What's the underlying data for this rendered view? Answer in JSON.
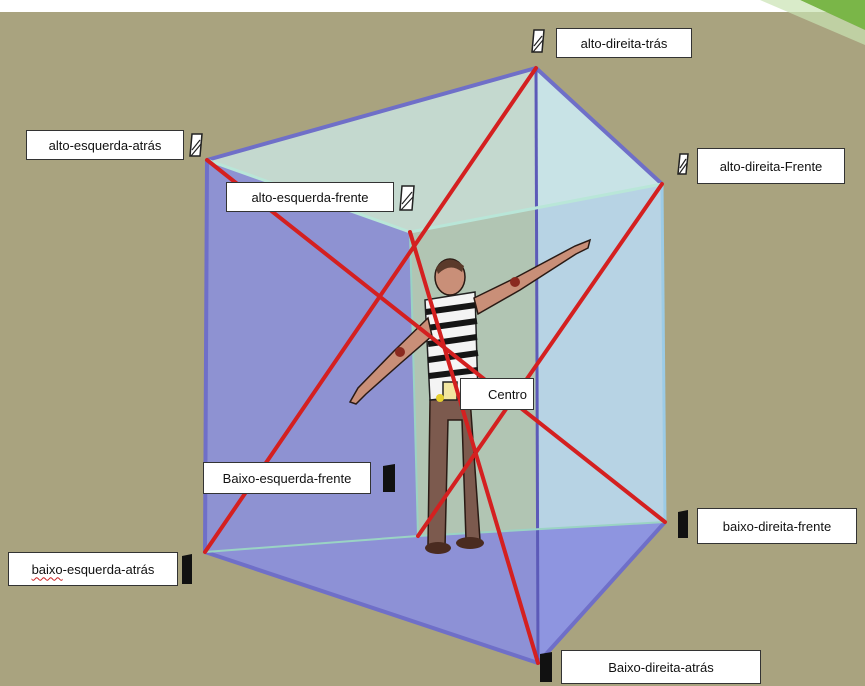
{
  "colors": {
    "background": "#a9a37f",
    "cube_edge": "#6f6fc8",
    "cube_face_left": "#8a8fe0",
    "cube_face_right": "#b9d6f0",
    "cube_face_top": "#cdebea",
    "diagonal": "#d42020",
    "corner_accent": "#7ab648"
  },
  "labels": {
    "top_right_back": "alto-direita-trás",
    "top_left_back": "alto-esquerda-atrás",
    "top_left_front": "alto-esquerda-frente",
    "top_right_front": "alto-direita-Frente",
    "center": "Centro",
    "bottom_left_front": "Baixo-esquerda-frente",
    "bottom_right_front": "baixo-direita-frente",
    "bottom_left_back_prefix": "baixo",
    "bottom_left_back_rest": "-esquerda-atrás",
    "bottom_right_back": "Baixo-direita-atrás"
  },
  "markers": {
    "top": "hatched-marker-icon",
    "bottom": "solid-marker-icon"
  }
}
